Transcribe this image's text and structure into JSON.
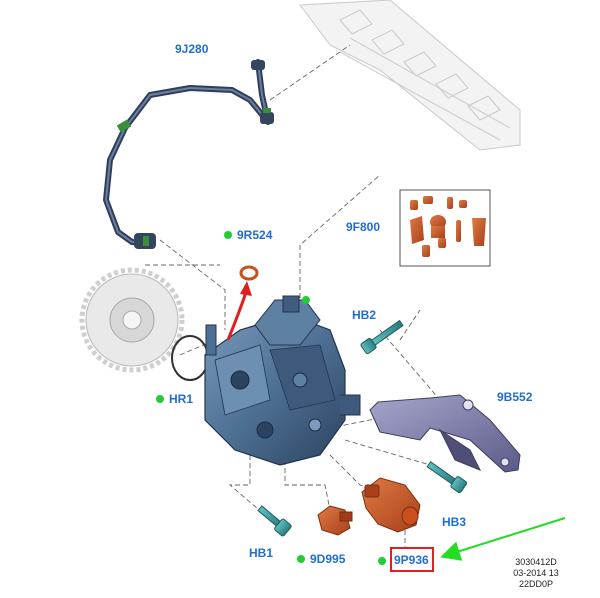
{
  "callouts": {
    "pipe": "9J280",
    "oring_top": "9R524",
    "kit": "9F800",
    "bolt_upper": "HB2",
    "oring_left": "HR1",
    "bracket": "9B552",
    "bolt_right": "HB3",
    "bolt_lower": "HB1",
    "sensor": "9D995",
    "valve": "9P936"
  },
  "reference": {
    "line1": "3030412D",
    "line2": "03-2014 13",
    "line3": "22DD0P"
  },
  "colors": {
    "callout_text": "#1f6fd1",
    "marker_dot": "#22cc33",
    "highlight_box": "#e02020",
    "pointer_arrow": "#22dd22",
    "part_orange": "#c9501c",
    "pump_blue": "#4d6f93",
    "bolt_teal": "#3a9a9a",
    "bracket_purple": "#6a6a9a"
  }
}
